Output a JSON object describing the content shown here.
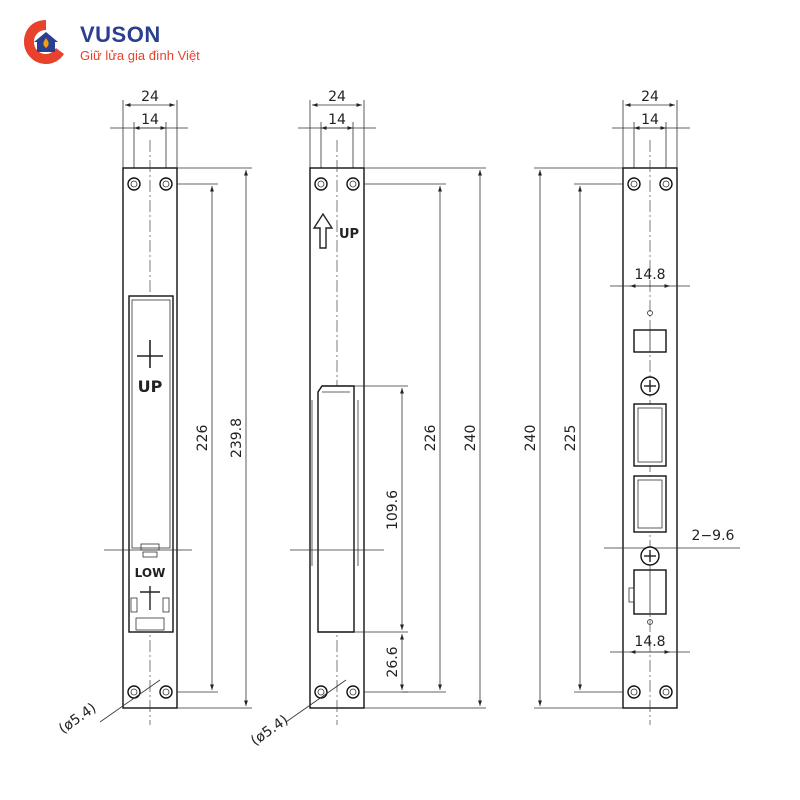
{
  "brand": {
    "name": "VUSON",
    "tagline": "Giữ lửa gia đình Việt",
    "logo_icon": "flame-house-icon",
    "colors": {
      "primary": "#2a3f8f",
      "accent": "#e8412c",
      "flame": "#f39c12"
    }
  },
  "views": {
    "left": {
      "width_outer": "24",
      "width_inner": "14",
      "dim_hole_spacing": "226",
      "dim_overall": "239.8",
      "hole_diameter": "(ø5.4)",
      "label_up": "UP",
      "label_low": "LOW"
    },
    "middle": {
      "width_outer": "24",
      "width_inner": "14",
      "dim_hole_spacing": "226",
      "dim_overall": "240",
      "dim_slot_length": "109.6",
      "dim_slot_offset": "26.6",
      "hole_diameter": "(ø5.4)",
      "label_up": "UP"
    },
    "right": {
      "width_outer": "24",
      "width_inner": "14",
      "dim_overall": "240",
      "dim_hole_spacing": "225",
      "dim_top_cutout": "14.8",
      "dim_bottom_cutout": "14.8",
      "dim_screw_holes": "2−9.6"
    }
  }
}
